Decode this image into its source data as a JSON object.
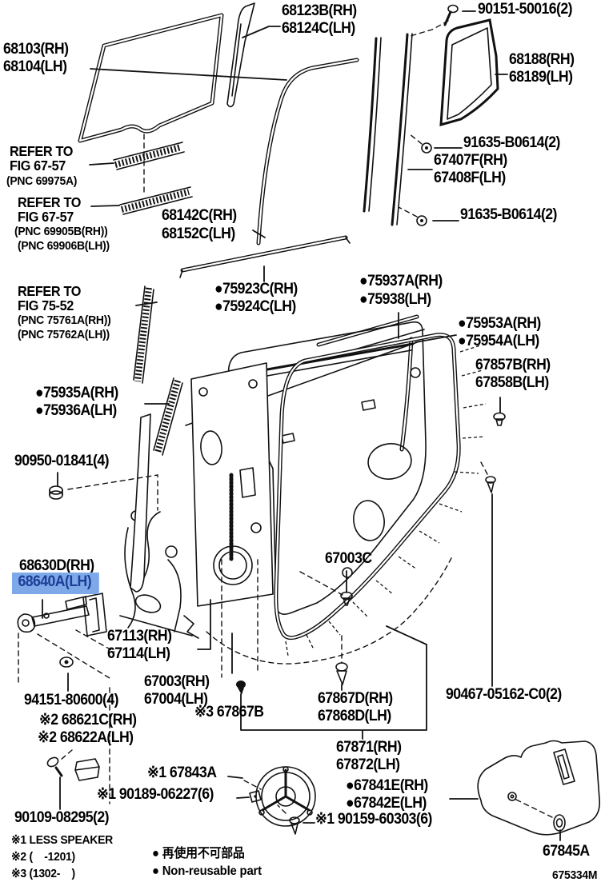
{
  "colors": {
    "background": "#FFFFFF",
    "line": "#111111",
    "highlight_bg": "#7EA9E9",
    "highlight_text": "#1C3E96"
  },
  "labels": {
    "glass_rh": "68103(RH)",
    "glass_lh": "68104(LH)",
    "strip_rh": "68123B(RH)",
    "strip_lh": "68124C(LH)",
    "screw_90151": "90151-50016(2)",
    "qglass_rh": "68188(RH)",
    "qglass_lh": "68189(LH)",
    "bolt_91635_a": "91635-B0614(2)",
    "run_rh": "67407F(RH)",
    "run_lh": "67408F(LH)",
    "bolt_91635_b": "91635-B0614(2)",
    "refer1_l1": "REFER TO",
    "refer1_l2": "FIG 67-57",
    "refer1_l3": "(PNC 69975A)",
    "refer2_l1": "REFER TO",
    "refer2_l2": "FIG 67-57",
    "refer2_l3": "(PNC 69905B(RH))",
    "refer2_l4": "(PNC 69906B(LH))",
    "frame_rh": "68142C(RH)",
    "frame_lh": "68152C(LH)",
    "belt_out_rh": "●75923C(RH)",
    "belt_out_lh": "●75924C(LH)",
    "belt_in_rh": "●75937A(RH)",
    "belt_in_lh": "●75938(LH)",
    "refer3_l1": "REFER TO",
    "refer3_l2": "FIG 75-52",
    "refer3_l3": "(PNC 75761A(RH))",
    "refer3_l4": "(PNC 75762A(LH))",
    "rear_run_rh": "●75953A(RH)",
    "rear_run_lh": "●75954A(LH)",
    "clip_67857_rh": "67857B(RH)",
    "clip_67857_lh": "67858B(LH)",
    "front_run_rh": "●75935A(RH)",
    "front_run_lh": "●75936A(LH)",
    "nut_90950": "90950-01841(4)",
    "check_rh": "68630D(RH)",
    "check_lh": "68640A(LH)",
    "clip_67003c": "67003C",
    "panel_rh": "67113(RH)",
    "panel_lh": "67114(LH)",
    "door_rh": "67003(RH)",
    "door_lh": "67004(LH)",
    "bolt_94151": "94151-80600(4)",
    "cover_rh": "※2 68621C(RH)",
    "cover_lh": "※2 68622A(LH)",
    "clip_67867b": "※3 67867B",
    "clip_67867d_rh": "67867D(RH)",
    "clip_67867d_lh": "67868D(LH)",
    "screw_90467": "90467-05162-C0(2)",
    "ws_rh": "67871(RH)",
    "ws_lh": "67872(LH)",
    "speaker_lbl": "※1 67843A",
    "screw_90189": "※1 90189-06227(6)",
    "hole_cover_rh": "●67841E(RH)",
    "hole_cover_lh": "●67842E(LH)",
    "screw_90159": "※1 90159-60303(6)",
    "screw_90109": "90109-08295(2)",
    "grommet_67845": "67845A"
  },
  "notes": {
    "n1": "※1 LESS SPEAKER",
    "n2": "※2 (    -1201)",
    "n3": "※3 (1302-    )"
  },
  "legend": {
    "jp": "● 再使用不可部品",
    "en": "● Non-reusable part"
  },
  "figure_code": "675334M",
  "highlighted_part": "68640A(LH)"
}
